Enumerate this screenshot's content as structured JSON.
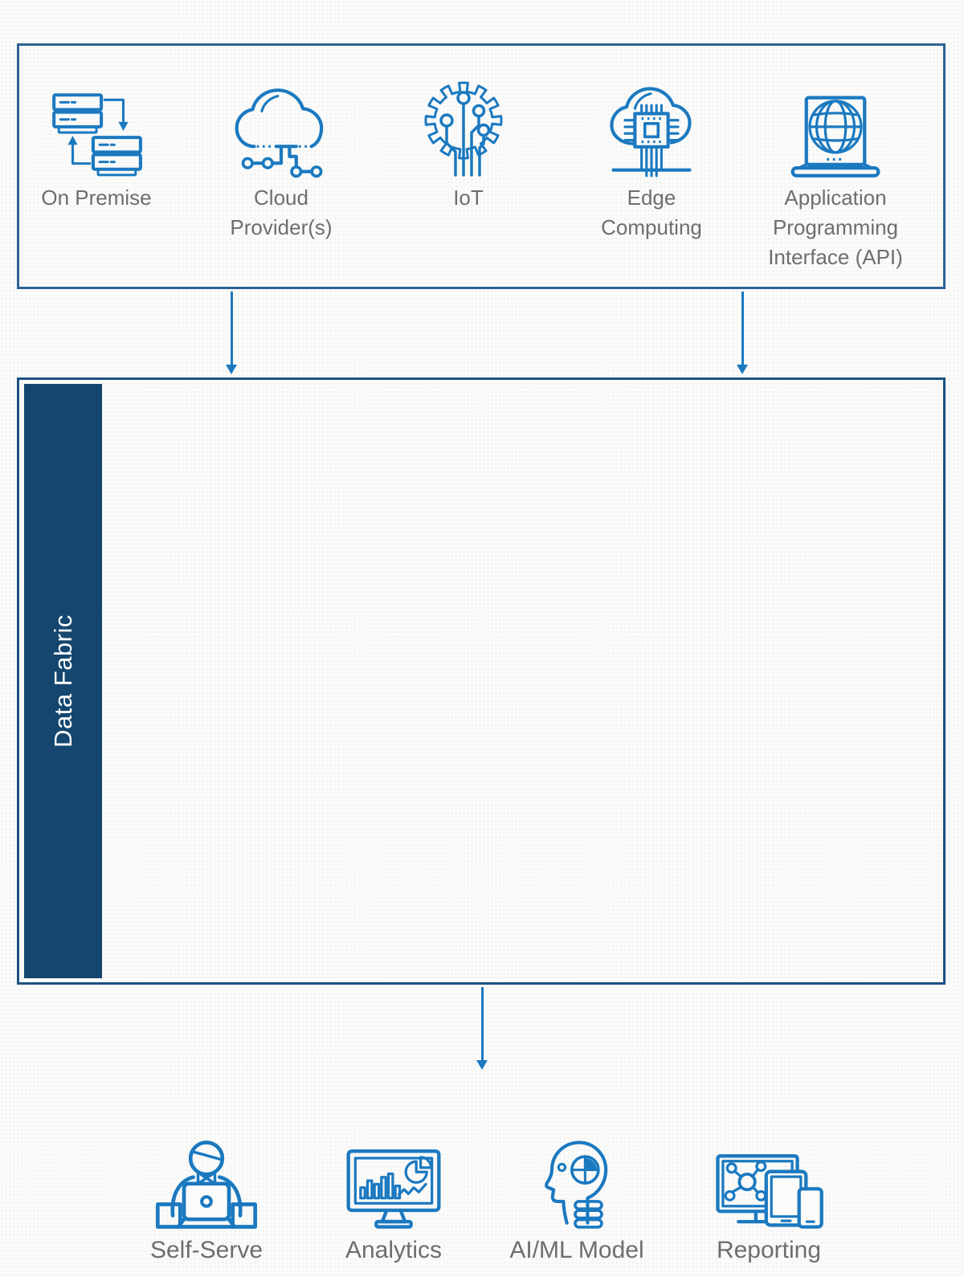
{
  "diagram": {
    "sources": {
      "items": [
        {
          "label": "On Premise",
          "icon": "on-premise-servers-icon"
        },
        {
          "label": "Cloud Provider(s)",
          "icon": "cloud-providers-icon"
        },
        {
          "label": "IoT",
          "icon": "iot-icon"
        },
        {
          "label": "Edge Computing",
          "icon": "edge-computing-icon"
        },
        {
          "label": "Application Programming Interface (API)",
          "icon": "api-icon"
        }
      ]
    },
    "fabric": {
      "label": "Data Fabric"
    },
    "consumers": {
      "items": [
        {
          "label": "Self-Serve",
          "icon": "self-serve-icon"
        },
        {
          "label": "Analytics",
          "icon": "analytics-icon"
        },
        {
          "label": "AI/ML Model",
          "icon": "ai-ml-model-icon"
        },
        {
          "label": "Reporting",
          "icon": "reporting-icon"
        }
      ]
    },
    "colors": {
      "icon_stroke": "#1b79c0",
      "arrow": "#1b79c0",
      "sources_box_border": "#2d6293",
      "fabric_box_border": "#1c5180",
      "fabric_bar_fill": "#14466f",
      "fabric_label_text": "#ffffff",
      "label_text": "#6e6e6e",
      "background": "#fbfbfa"
    }
  }
}
